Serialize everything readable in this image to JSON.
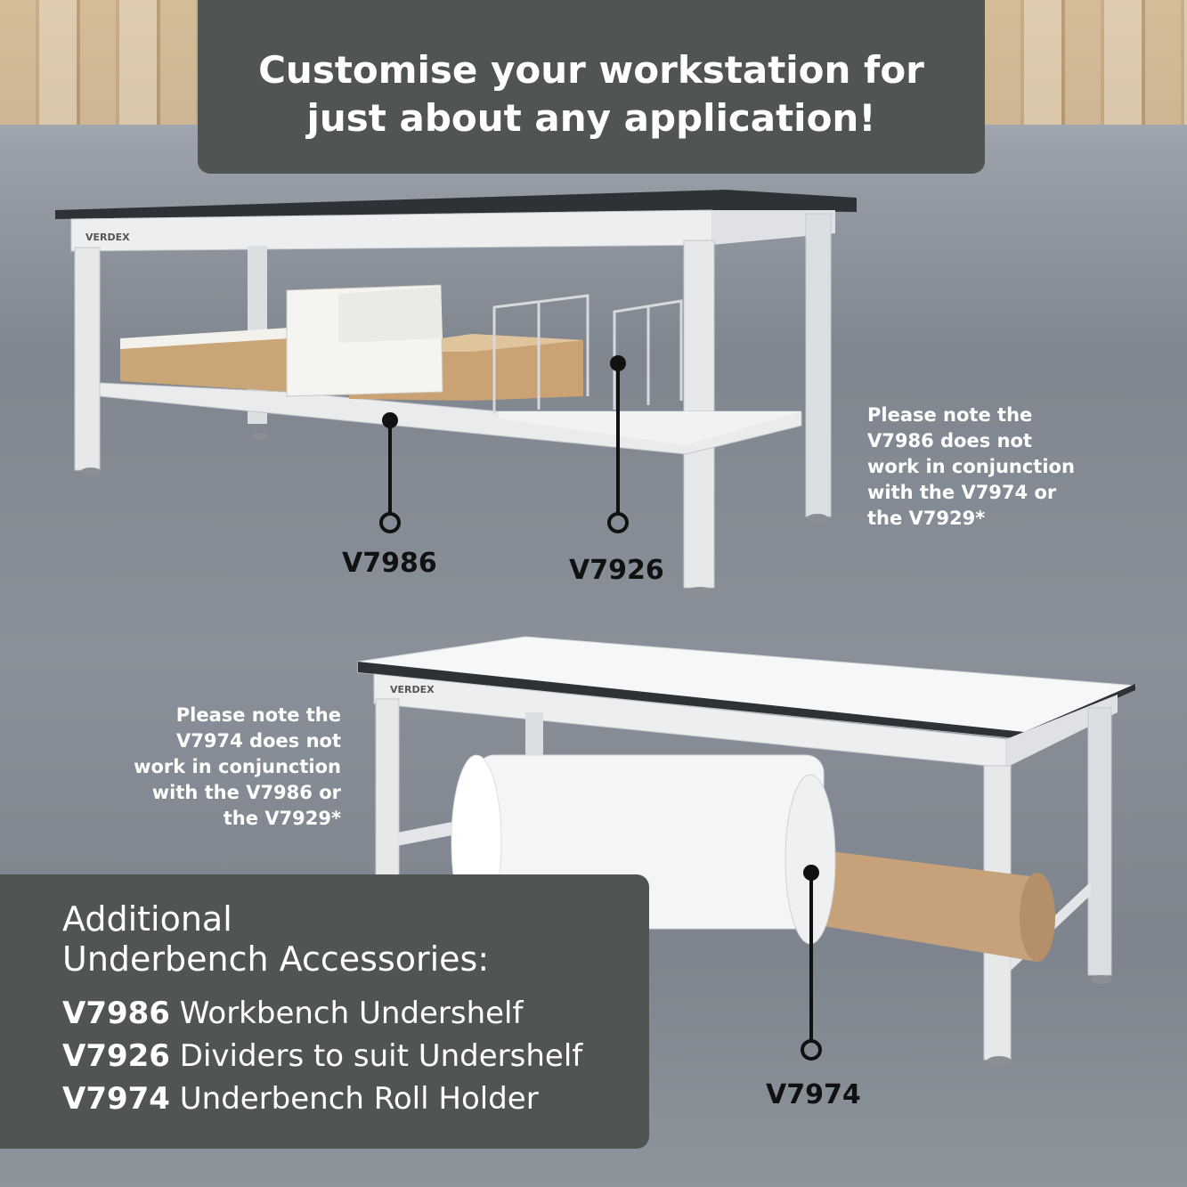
{
  "title": {
    "line1": "Customise your workstation for",
    "line2": "just about any application!"
  },
  "callouts": {
    "undershelf": "V7986",
    "dividers": "V7926",
    "roll_holder": "V7974"
  },
  "notes": {
    "top": [
      "Please note the",
      "V7986 does not",
      "work in conjunction",
      "with the V7974 or",
      "the V7929*"
    ],
    "bottom": [
      "Please note the",
      "V7974 does not",
      "work in conjunction",
      "with the V7986 or",
      "the V7929*"
    ]
  },
  "brand": "VERDEX",
  "accessories": {
    "heading_line1": "Additional",
    "heading_line2": "Underbench Accessories:",
    "items": [
      {
        "code": "V7986",
        "label": "Workbench Undershelf"
      },
      {
        "code": "V7926",
        "label": "Dividers to suit Undershelf"
      },
      {
        "code": "V7974",
        "label": "Underbench Roll Holder"
      }
    ]
  },
  "colors": {
    "panel": "#505452",
    "callout_line": "#111111",
    "bench_frame": "#e8e9eb",
    "bench_top_edge": "#2e3236"
  }
}
